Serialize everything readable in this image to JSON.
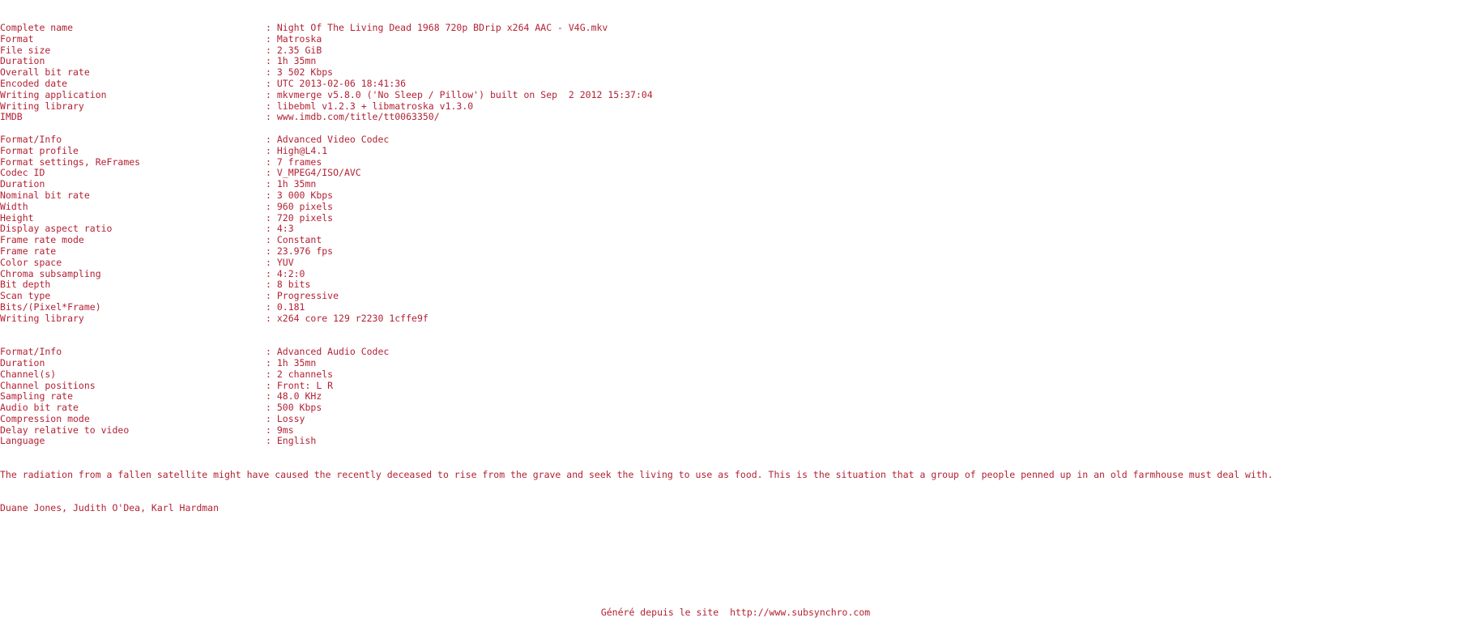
{
  "general": [
    {
      "key": "Complete name",
      "value": "Night Of The Living Dead 1968 720p BDrip x264 AAC - V4G.mkv"
    },
    {
      "key": "Format",
      "value": "Matroska"
    },
    {
      "key": "File size",
      "value": "2.35 GiB"
    },
    {
      "key": "Duration",
      "value": "1h 35mn"
    },
    {
      "key": "Overall bit rate",
      "value": "3 502 Kbps"
    },
    {
      "key": "Encoded date",
      "value": "UTC 2013-02-06 18:41:36"
    },
    {
      "key": "Writing application",
      "value": "mkvmerge v5.8.0 ('No Sleep / Pillow') built on Sep  2 2012 15:37:04"
    },
    {
      "key": "Writing library",
      "value": "libebml v1.2.3 + libmatroska v1.3.0"
    },
    {
      "key": "IMDB",
      "value": "www.imdb.com/title/tt0063350/"
    }
  ],
  "video": [
    {
      "key": "Format/Info",
      "value": "Advanced Video Codec"
    },
    {
      "key": "Format profile",
      "value": "High@L4.1"
    },
    {
      "key": "Format settings, ReFrames",
      "value": "7 frames"
    },
    {
      "key": "Codec ID",
      "value": "V_MPEG4/ISO/AVC"
    },
    {
      "key": "Duration",
      "value": "1h 35mn"
    },
    {
      "key": "Nominal bit rate",
      "value": "3 000 Kbps"
    },
    {
      "key": "Width",
      "value": "960 pixels"
    },
    {
      "key": "Height",
      "value": "720 pixels"
    },
    {
      "key": "Display aspect ratio",
      "value": "4:3"
    },
    {
      "key": "Frame rate mode",
      "value": "Constant"
    },
    {
      "key": "Frame rate",
      "value": "23.976 fps"
    },
    {
      "key": "Color space",
      "value": "YUV"
    },
    {
      "key": "Chroma subsampling",
      "value": "4:2:0"
    },
    {
      "key": "Bit depth",
      "value": "8 bits"
    },
    {
      "key": "Scan type",
      "value": "Progressive"
    },
    {
      "key": "Bits/(Pixel*Frame)",
      "value": "0.181"
    },
    {
      "key": "Writing library",
      "value": "x264 core 129 r2230 1cffe9f"
    }
  ],
  "audio": [
    {
      "key": "Format/Info",
      "value": "Advanced Audio Codec"
    },
    {
      "key": "Duration",
      "value": "1h 35mn"
    },
    {
      "key": "Channel(s)",
      "value": "2 channels"
    },
    {
      "key": "Channel positions",
      "value": "Front: L R"
    },
    {
      "key": "Sampling rate",
      "value": "48.0 KHz"
    },
    {
      "key": "Audio bit rate",
      "value": "500 Kbps"
    },
    {
      "key": "Compression mode",
      "value": "Lossy"
    },
    {
      "key": "Delay relative to video",
      "value": "9ms"
    },
    {
      "key": "Language",
      "value": "English"
    }
  ],
  "separator": ": ",
  "synopsis": "The radiation from a fallen satellite might have caused the recently deceased to rise from the grave and seek the living to use as food. This is the situation that a group of people penned up in an old farmhouse must deal with.",
  "cast": "Duane Jones, Judith O'Dea, Karl Hardman",
  "footer": "Généré depuis le site  http://www.subsynchro.com",
  "colors": {
    "text": "#b22234",
    "background": "#ffffff"
  }
}
